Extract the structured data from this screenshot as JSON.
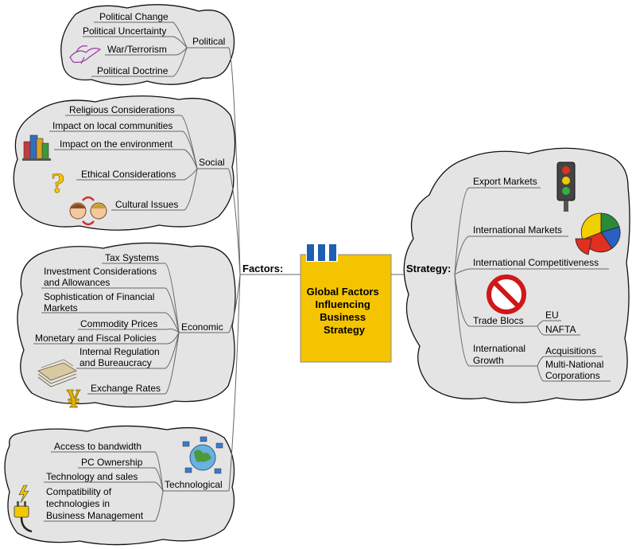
{
  "central_topic": {
    "lines": [
      "Global Factors",
      "Influencing",
      "Business",
      "Strategy"
    ]
  },
  "factors": {
    "label": "Factors:",
    "political": {
      "label": "Political",
      "items": [
        "Political Change",
        "Political Uncertainty",
        "War/Terrorism",
        "Political Doctrine"
      ]
    },
    "social": {
      "label": "Social",
      "items": [
        "Religious Considerations",
        "Impact on local communities",
        "Impact on the environment",
        "Ethical Considerations",
        "Cultural Issues"
      ]
    },
    "economic": {
      "label": "Economic",
      "items": [
        [
          "Tax Systems"
        ],
        [
          "Investment Considerations",
          "and Allowances"
        ],
        [
          "Sophistication of Financial",
          "Markets"
        ],
        [
          "Commodity Prices"
        ],
        [
          "Monetary and Fiscal Policies"
        ],
        [
          "Internal Regulation",
          "and Bureaucracy"
        ],
        [
          "Exchange Rates"
        ]
      ]
    },
    "technological": {
      "label": "Technological",
      "items": [
        [
          "Access to bandwidth"
        ],
        [
          "PC Ownership"
        ],
        [
          "Technology and sales"
        ],
        [
          "Compatibility of",
          "technologies in",
          "Business Management"
        ]
      ]
    }
  },
  "strategy": {
    "label": "Strategy:",
    "export_markets": "Export Markets",
    "international_markets": "International Markets",
    "international_competitiveness": "International Competitiveness",
    "trade_blocs": {
      "label": "Trade Blocs",
      "items": [
        "EU",
        "NAFTA"
      ]
    },
    "international_growth": {
      "label": [
        "International",
        "Growth"
      ],
      "items": [
        [
          "Acquisitions"
        ],
        [
          "Multi-National",
          "Corporations"
        ]
      ]
    }
  },
  "icons": [
    "dove-icon",
    "city-buildings-icon",
    "question-mark-icon",
    "faces-exchange-icon",
    "paper-stack-icon",
    "yen-icon",
    "globe-network-icon",
    "power-plug-icon",
    "traffic-light-icon",
    "pie-chart-icon",
    "no-entry-icon",
    "binder-tabs-icon"
  ],
  "colors": {
    "central_fill": "#f5c400",
    "cloud_fill": "#e4e4e4",
    "binder_blue": "#1d5fb0"
  }
}
